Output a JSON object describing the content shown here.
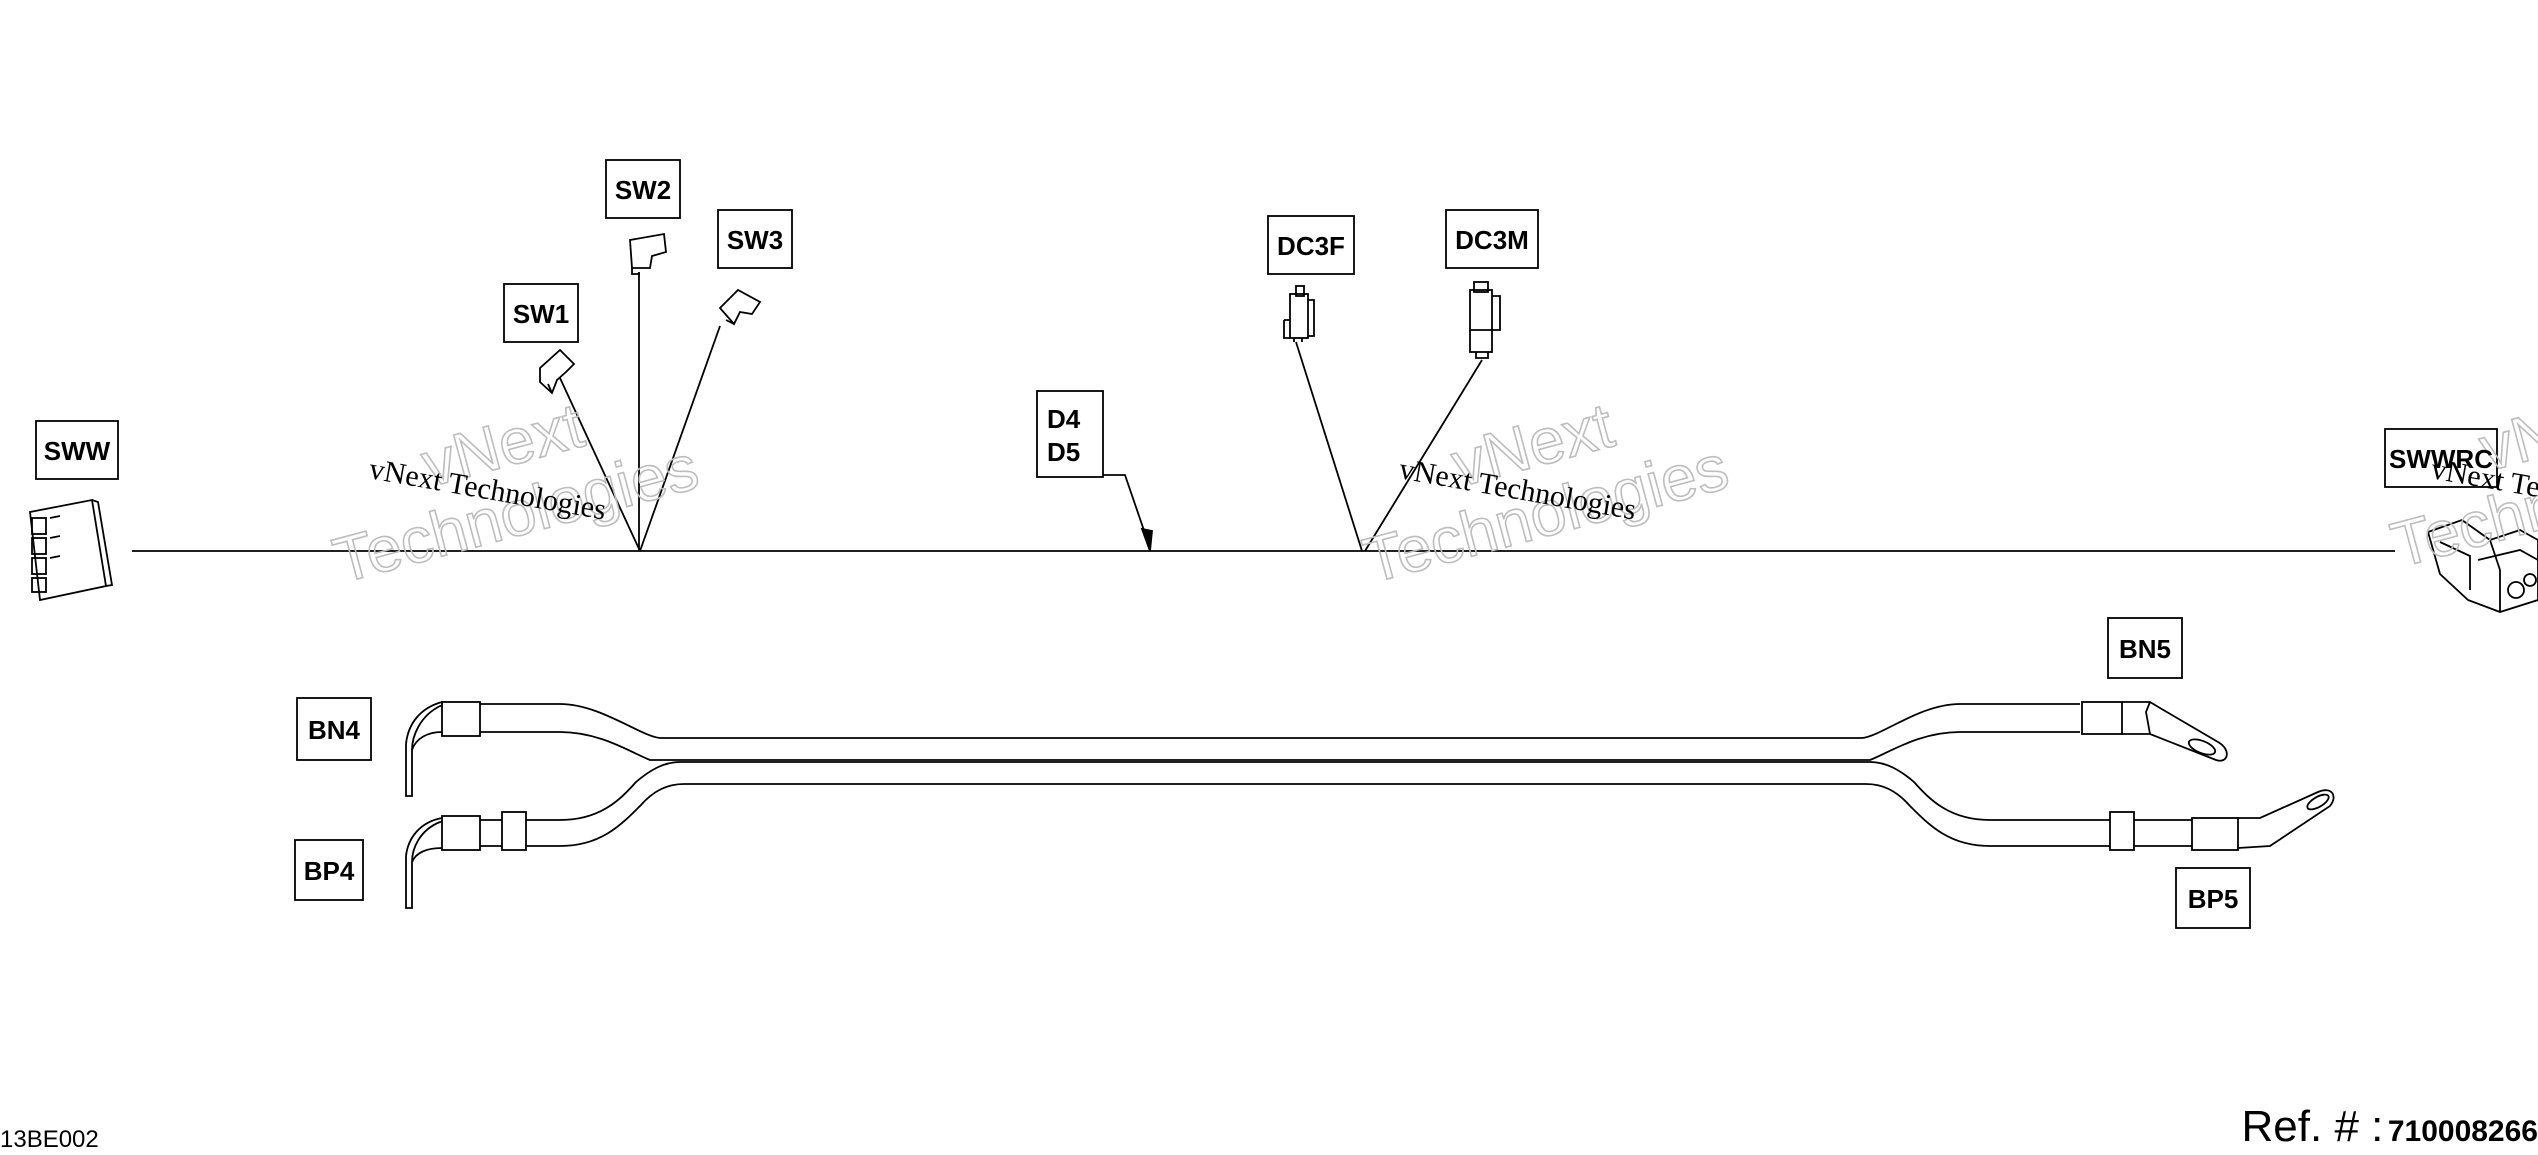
{
  "connectors": {
    "sww": "SWW",
    "sw1": "SW1",
    "sw2": "SW2",
    "sw3": "SW3",
    "d4d5": [
      "D4",
      "D5"
    ],
    "dc3f": "DC3F",
    "dc3m": "DC3M",
    "swwrc": "SWWRC",
    "bn4": "BN4",
    "bp4": "BP4",
    "bn5": "BN5",
    "bp5": "BP5"
  },
  "watermark": {
    "line1": "vNext",
    "line2": "Technologies",
    "caption": "vNext Technologies"
  },
  "footer": {
    "code": "13BE002",
    "ref_label": "Ref. # :",
    "ref_number": "710008266"
  }
}
